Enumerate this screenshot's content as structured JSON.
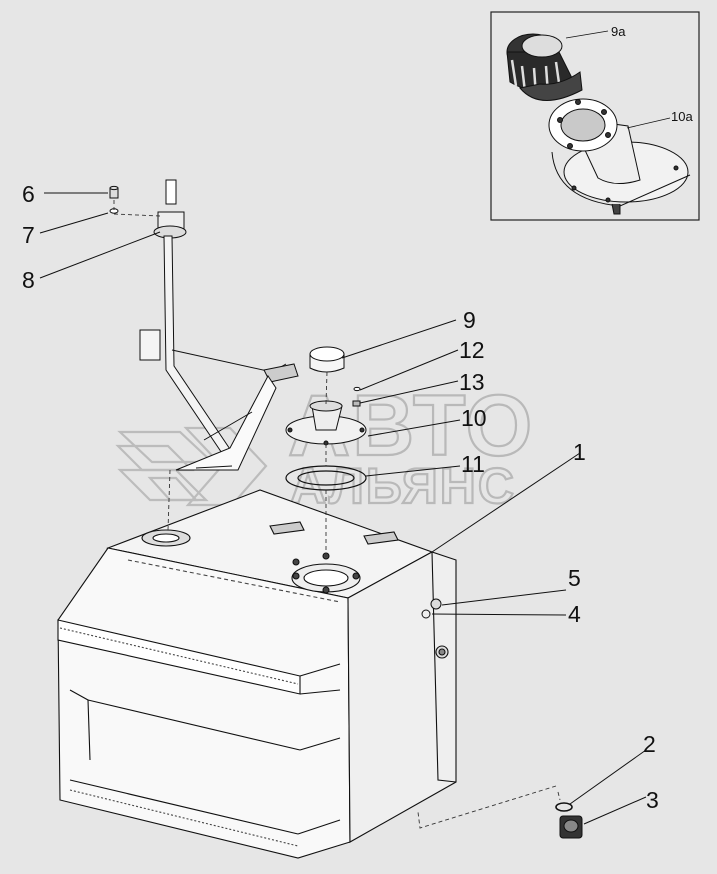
{
  "diagram": {
    "watermark": {
      "line1": "АВТО",
      "line2": "АЛЬЯНС"
    },
    "callouts": [
      {
        "id": "c6",
        "label": "6"
      },
      {
        "id": "c7",
        "label": "7"
      },
      {
        "id": "c8",
        "label": "8"
      },
      {
        "id": "c9",
        "label": "9"
      },
      {
        "id": "c12",
        "label": "12"
      },
      {
        "id": "c13",
        "label": "13"
      },
      {
        "id": "c10",
        "label": "10"
      },
      {
        "id": "c11",
        "label": "11"
      },
      {
        "id": "c1",
        "label": "1"
      },
      {
        "id": "c5",
        "label": "5"
      },
      {
        "id": "c4",
        "label": "4"
      },
      {
        "id": "c2",
        "label": "2"
      },
      {
        "id": "c3",
        "label": "3"
      }
    ],
    "inset_callouts": [
      {
        "id": "c9a",
        "label": "9a"
      },
      {
        "id": "c10a",
        "label": "10a"
      }
    ]
  }
}
